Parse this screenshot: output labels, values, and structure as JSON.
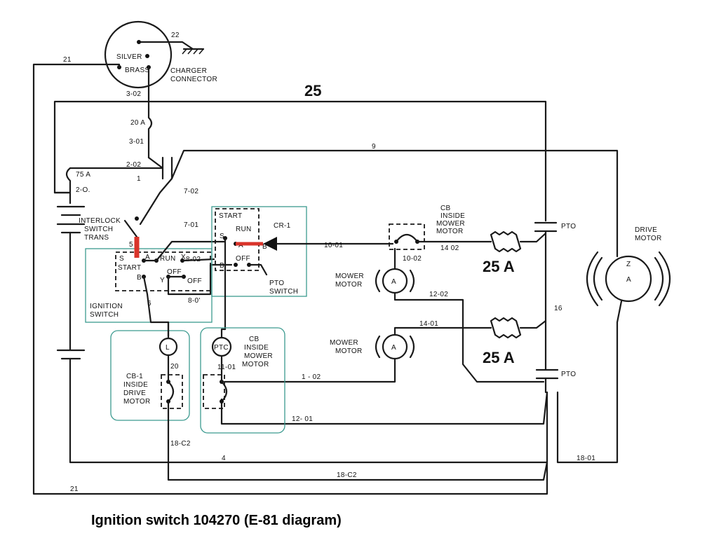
{
  "caption": "Ignition switch 104270 (E-81 diagram)",
  "colors": {
    "wire": "#1a1a1a",
    "highlight_box": "#3b9a8f",
    "red_contact": "#d9342b"
  },
  "labels": {
    "charger_silver": "SILVER",
    "charger_brass": "BRASS",
    "charger_connector": [
      "CHARGER",
      "CONNECTOR"
    ],
    "w22": "22",
    "w21_top": "21",
    "w21_bottom": "21",
    "w3_02": "3-02",
    "w25": "25",
    "w20a": "20 A",
    "w3_01": "3-01",
    "w9": "9",
    "w2_02": "2-02",
    "w75a": "75 A",
    "w2_0": "2-O.",
    "w1": "1",
    "w7_02": "7-02",
    "interlock": [
      "INTERLOCK",
      "SWITCH",
      "TRANS"
    ],
    "w7_01": "7-01",
    "w5": "5",
    "sw_s": "S",
    "sw_a": "A",
    "sw_run": "RUN",
    "sw_x": "X",
    "sw_8_02": "8-02",
    "sw_start": "START",
    "sw_off": "OFF",
    "sw_b": "B",
    "sw_y": "Y",
    "sw_off2": "OFF",
    "sw_8_0": "8-0'",
    "w6": "6",
    "ignition_switch": [
      "IGNITION",
      "SWITCH"
    ],
    "pto_start": "START",
    "pto_s": "S",
    "pto_run": "RUN",
    "pto_a": "A",
    "pto_b": "B",
    "pto_b2": "B",
    "pto_off": "OFF",
    "pto_switch": [
      "PTO",
      "SWITCH"
    ],
    "cr1": "CR-1",
    "w10_01": "10-01",
    "cb_inside_mower_motor_top": [
      "CB",
      "INSIDE",
      "MOWER",
      "MOTOR"
    ],
    "w10_02": "10-02",
    "w14_02": "14 02",
    "fuse_25a_top": "25 A",
    "pto_top": "PTO",
    "drive_motor": [
      "DRIVE",
      "MOTOR"
    ],
    "mower_motor_1": [
      "MOWER",
      "MOTOR"
    ],
    "w12_02": "12-02",
    "w16": "16",
    "w14_01": "14-01",
    "mower_motor_2": [
      "MOWER",
      "MOTOR"
    ],
    "fuse_25a_bottom": "25 A",
    "pto_bottom": "PTO",
    "l_label": "L",
    "ptc_label": "PTC",
    "cb_inside_mower_motor_mid": [
      "CB",
      "INSIDE",
      "MOWER",
      "MOTOR"
    ],
    "w20": "20",
    "w11_01": "11-01",
    "w1_02": "1 - 02",
    "cb1_inside_drive_motor": [
      "CB-1",
      "INSIDE",
      "DRIVE",
      "MOTOR"
    ],
    "w12_01": "12- 01",
    "w18_02_left": "18-C2",
    "w4": "4",
    "w18_02_bottom": "18-C2",
    "w18_01": "18-01",
    "motor_a": "A",
    "motor_z": "Z"
  }
}
